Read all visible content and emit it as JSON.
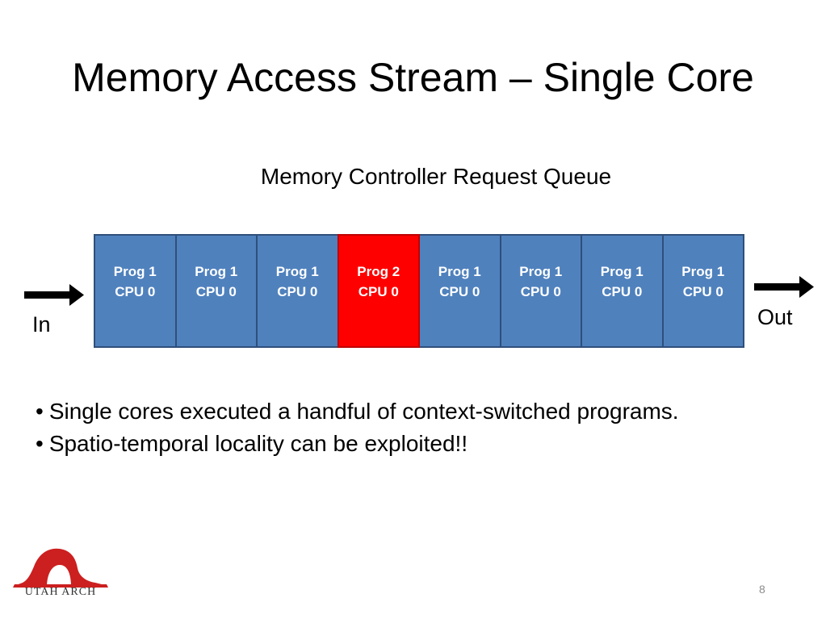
{
  "slide": {
    "title": "Memory Access Stream – Single Core",
    "subtitle": "Memory Controller Request Queue",
    "in_label": "In",
    "out_label": "Out",
    "page_number": "8"
  },
  "queue": [
    {
      "line1": "Prog 1",
      "line2": "CPU 0",
      "highlight": false
    },
    {
      "line1": "Prog 1",
      "line2": "CPU 0",
      "highlight": false
    },
    {
      "line1": "Prog 1",
      "line2": "CPU 0",
      "highlight": false
    },
    {
      "line1": "Prog 2",
      "line2": "CPU 0",
      "highlight": true
    },
    {
      "line1": "Prog 1",
      "line2": "CPU 0",
      "highlight": false
    },
    {
      "line1": "Prog 1",
      "line2": "CPU 0",
      "highlight": false
    },
    {
      "line1": "Prog 1",
      "line2": "CPU 0",
      "highlight": false
    },
    {
      "line1": "Prog 1",
      "line2": "CPU 0",
      "highlight": false
    }
  ],
  "bullets": [
    "Single cores executed a handful of context-switched programs.",
    "Spatio-temporal locality can be exploited!!"
  ],
  "logo": {
    "text": "UTAH ARCH",
    "icon": "arch-logo-icon"
  },
  "colors": {
    "cell": "#4f81bd",
    "cell_border": "#2f4f7a",
    "highlight": "#ff0000",
    "logo": "#cc1f1f"
  }
}
